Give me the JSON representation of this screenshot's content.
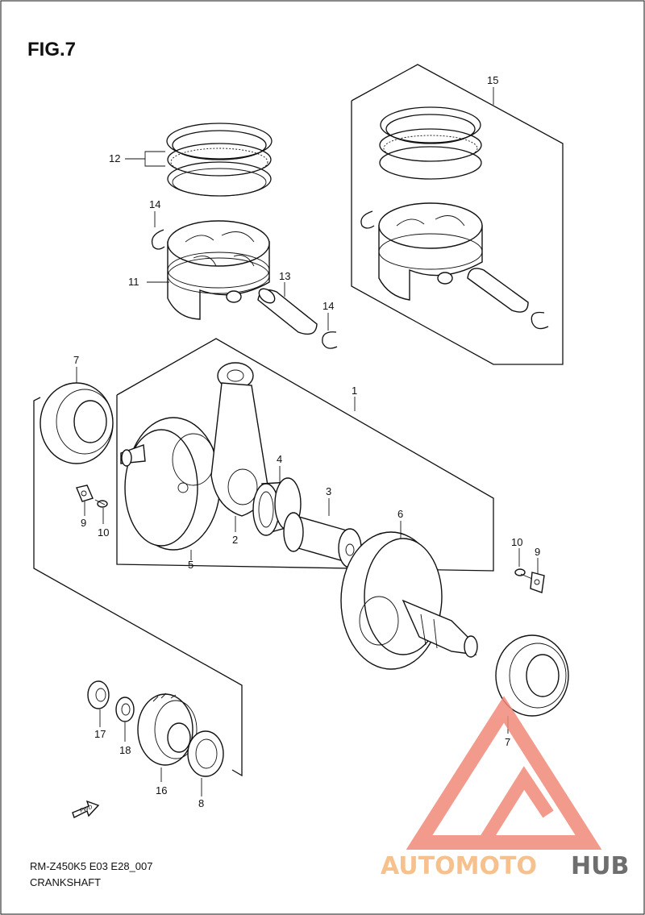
{
  "figure": {
    "title": "FIG.7",
    "model_code": "RM-Z450K5 E03 E28_007",
    "caption": "CRANKSHAFT"
  },
  "callouts": [
    {
      "id": "c1",
      "label": "1"
    },
    {
      "id": "c2",
      "label": "2"
    },
    {
      "id": "c3",
      "label": "3"
    },
    {
      "id": "c4",
      "label": "4"
    },
    {
      "id": "c5",
      "label": "5"
    },
    {
      "id": "c6",
      "label": "6"
    },
    {
      "id": "c7a",
      "label": "7"
    },
    {
      "id": "c7b",
      "label": "7"
    },
    {
      "id": "c8",
      "label": "8"
    },
    {
      "id": "c9a",
      "label": "9"
    },
    {
      "id": "c9b",
      "label": "9"
    },
    {
      "id": "c10a",
      "label": "10"
    },
    {
      "id": "c10b",
      "label": "10"
    },
    {
      "id": "c11",
      "label": "11"
    },
    {
      "id": "c12",
      "label": "12"
    },
    {
      "id": "c13",
      "label": "13"
    },
    {
      "id": "c14a",
      "label": "14"
    },
    {
      "id": "c14b",
      "label": "14"
    },
    {
      "id": "c15",
      "label": "15"
    },
    {
      "id": "c16",
      "label": "16"
    },
    {
      "id": "c17",
      "label": "17"
    },
    {
      "id": "c18",
      "label": "18"
    }
  ],
  "fwd_arrow_label": "FWD",
  "watermark": {
    "part1": "AUTOMOTO",
    "part2": "HUB",
    "color_primary": "#f08a7a",
    "color_accent": "#f5b77a",
    "color_dark": "#555555"
  }
}
